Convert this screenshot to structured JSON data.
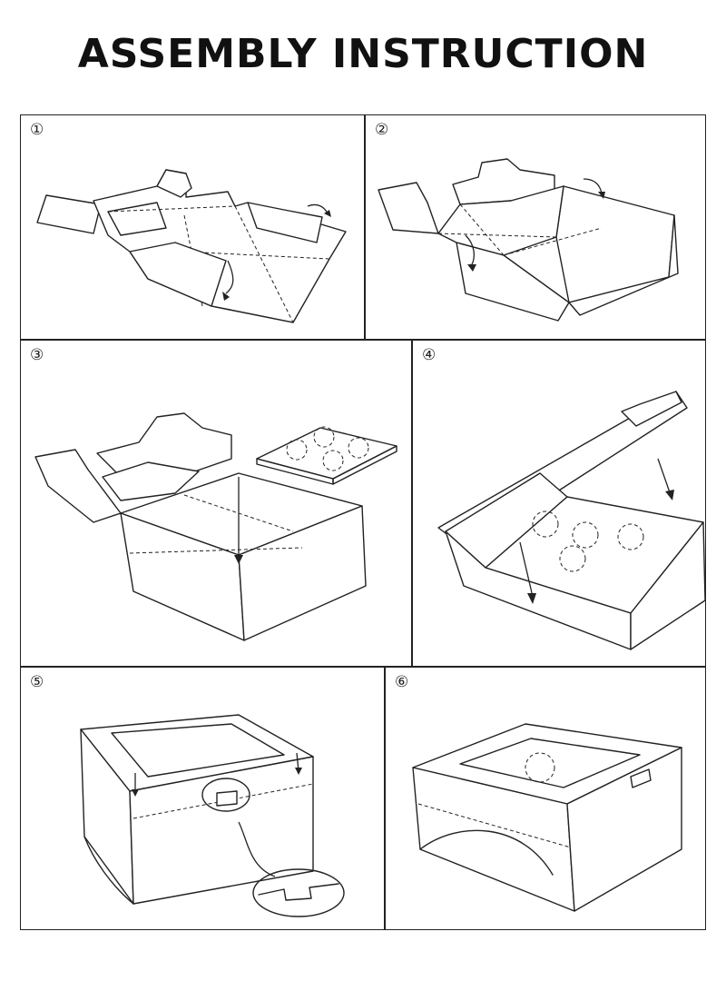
{
  "header": {
    "title": "ASSEMBLY INSTRUCTION"
  },
  "steps": [
    {
      "number": "①"
    },
    {
      "number": "②"
    },
    {
      "number": "③"
    },
    {
      "number": "④"
    },
    {
      "number": "⑤"
    },
    {
      "number": "⑥"
    }
  ],
  "icons": [
    "flat-box-blank-icon",
    "folding-box-icon",
    "cupcake-insert-icon",
    "closing-lid-icon",
    "tab-lock-icon",
    "assembled-box-icon"
  ]
}
